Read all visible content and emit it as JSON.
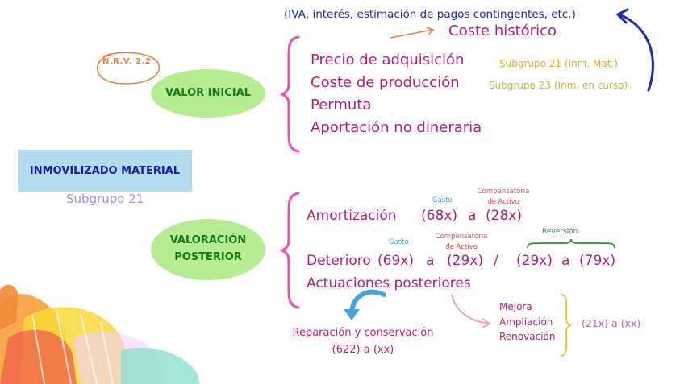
{
  "title_box": {
    "label": "INMOVILIZADO MATERIAL",
    "subtitle": "Subgrupo 21"
  },
  "nrv_label": "N.R.V.  2.2",
  "valor_inicial": {
    "oval_label": "VALOR INICIAL",
    "iva_note": "(IVA, interés, estimación de pagos contingentes, etc.)",
    "coste_historico": "Coste histórico",
    "items": [
      "Precio de adquisición",
      "Coste de producción",
      "Permuta",
      "Aportación no dineraria"
    ],
    "subgroup_notes": [
      "Subgrupo 21 (Inm. Mat.)",
      "Subgrupo 23 (Inm. en curso)"
    ]
  },
  "valoracion_posterior": {
    "oval_line1": "VALORACIÓN",
    "oval_line2": "POSTERIOR",
    "amortizacion": {
      "label": "Amortización",
      "gasto_note": "Gasto",
      "comp_note_1": "Compensatoria",
      "comp_note_2": "de Activo",
      "dr": "(68x)",
      "a": "a",
      "cr": "(28x)"
    },
    "deterioro": {
      "label": "Deterioro",
      "gasto_note": "Gasto",
      "comp_note_1": "Compensatoria",
      "comp_note_2": "de Activo",
      "reversion_note": "Reversión",
      "dr": "(69x)",
      "a1": "a",
      "cr": "(29x)",
      "slash": "/",
      "rev_dr": "(29x)",
      "a2": "a",
      "rev_cr": "(79x)"
    },
    "actuaciones": "Actuaciones posteriores",
    "reparacion": {
      "line1": "Reparación y conservación",
      "line2": "(622)  a  (xx)"
    },
    "mejoras": {
      "items": [
        "Mejora",
        "Ampliación",
        "Renovación"
      ],
      "entry": "(21x)  a  (xx)"
    }
  },
  "colors": {
    "magenta": "#b01f78",
    "pink_brace": "#ee4fb2",
    "blue": "#1c2bb5",
    "green_oval": "#b6ec92",
    "title_box": "#b3dcef",
    "orange": "#e9813f",
    "gold": "#c9b531"
  },
  "icons": [
    "nrv-circle",
    "orange-arrow-icon",
    "blue-curved-arrow-icon",
    "blue-down-arrow-icon",
    "pink-arrow-icon",
    "decorative-paint-splash"
  ]
}
